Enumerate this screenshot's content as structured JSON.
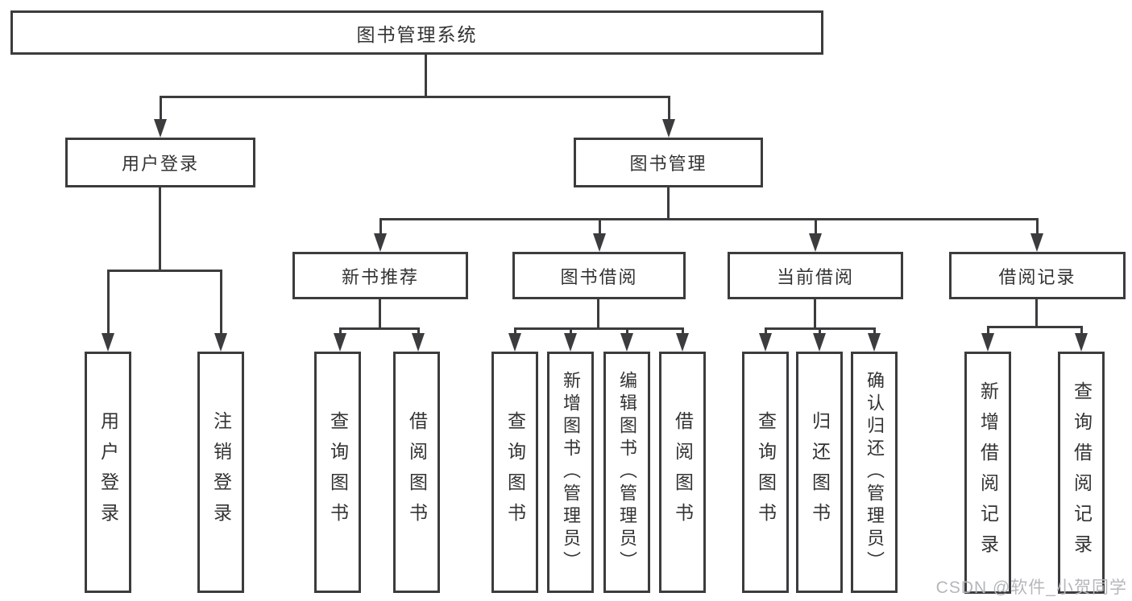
{
  "tree": {
    "root": "图书管理系统",
    "children": [
      {
        "label": "用户登录",
        "children": [
          {
            "label": "用户登录"
          },
          {
            "label": "注销登录"
          }
        ]
      },
      {
        "label": "图书管理",
        "children": [
          {
            "label": "新书推荐",
            "children": [
              {
                "label": "查询图书"
              },
              {
                "label": "借阅图书"
              }
            ]
          },
          {
            "label": "图书借阅",
            "children": [
              {
                "label": "查询图书"
              },
              {
                "label": "新增图书（管理员）"
              },
              {
                "label": "编辑图书（管理员）"
              },
              {
                "label": "借阅图书"
              }
            ]
          },
          {
            "label": "当前借阅",
            "children": [
              {
                "label": "查询图书"
              },
              {
                "label": "归还图书"
              },
              {
                "label": "确认归还（管理员）"
              }
            ]
          },
          {
            "label": "借阅记录",
            "children": [
              {
                "label": "新增借阅记录"
              },
              {
                "label": "查询借阅记录"
              }
            ]
          }
        ]
      }
    ]
  },
  "watermark": {
    "text": "CSDN @软件_小贺同学"
  },
  "colors": {
    "line": "#3c3c3e",
    "text": "#333333",
    "watermark": "#b4b7ba",
    "background": "#ffffff"
  }
}
